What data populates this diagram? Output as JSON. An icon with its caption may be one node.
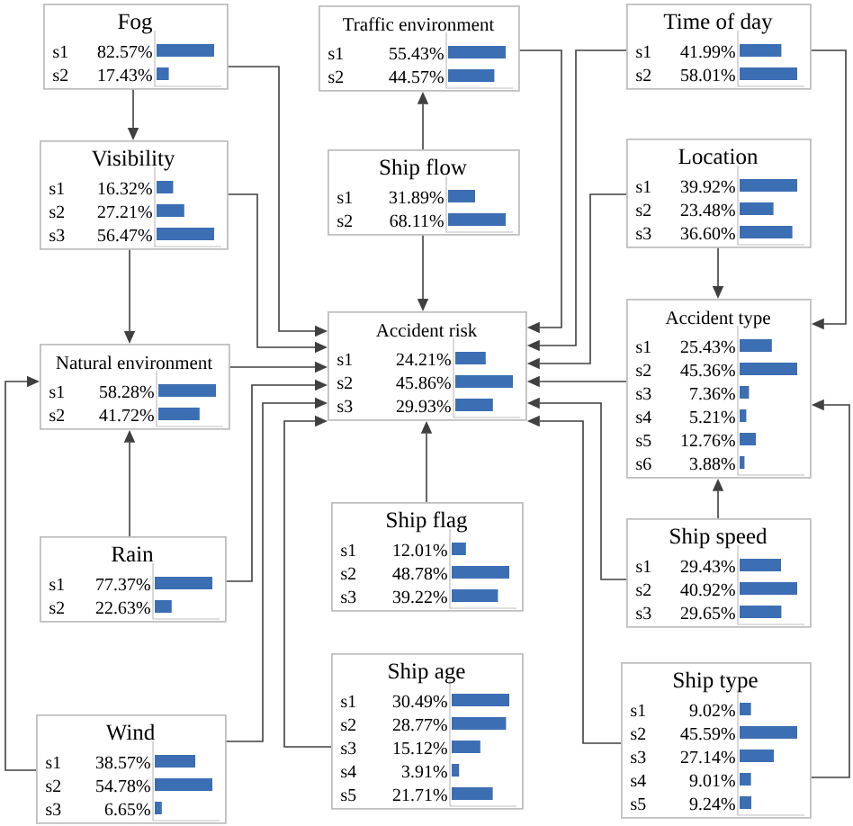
{
  "diagram": {
    "nodes": [
      {
        "text": [
          "Fog",
          "s1",
          "82.57%",
          "s2",
          "17.43%"
        ]
      },
      {
        "text": [
          "Traffic environment",
          "s1",
          "55.43%",
          "s2",
          "44.57%"
        ]
      },
      {
        "text": [
          "Time of day",
          "s1",
          "41.99%",
          "s2",
          "58.01%"
        ]
      },
      {
        "text": [
          "Visibility",
          "s1",
          "16.32%",
          "s2",
          "27.21%",
          "s3",
          "56.47%"
        ]
      },
      {
        "text": [
          "Ship flow",
          "s1",
          "31.89%",
          "s2",
          "68.11%"
        ]
      },
      {
        "text": [
          "Location",
          "s1",
          "39.92%",
          "s2",
          "23.48%",
          "s3",
          "36.60%"
        ]
      },
      {
        "text": [
          "Natural environment",
          "s1",
          "58.28%",
          "s2",
          "41.72%"
        ]
      },
      {
        "text": [
          "Accident risk",
          "s1",
          "24.21%",
          "s2",
          "45.86%",
          "s3",
          "29.93%"
        ]
      },
      {
        "text": [
          "Accident type",
          "s1",
          "25.43%",
          "s2",
          "45.36%",
          "s3",
          "7.36%",
          "s4",
          "5.21%",
          "s5",
          "12.76%",
          "s6",
          "3.88%"
        ]
      },
      {
        "text": [
          "Rain",
          "s1",
          "77.37%",
          "s2",
          "22.63%"
        ]
      },
      {
        "text": [
          "Ship flag",
          "s1",
          "12.01%",
          "s2",
          "48.78%",
          "s3",
          "39.22%"
        ]
      },
      {
        "text": [
          "Ship speed",
          "s1",
          "29.43%",
          "s2",
          "40.92%",
          "s3",
          "29.65%"
        ]
      },
      {
        "text": [
          "Wind",
          "s1",
          "38.57%",
          "s2",
          "54.78%",
          "s3",
          "6.65%"
        ]
      },
      {
        "text": [
          "Ship age",
          "s1",
          "30.49%",
          "s2",
          "28.77%",
          "s3",
          "15.12%",
          "s4",
          "3.91%",
          "s5",
          "21.71%"
        ]
      },
      {
        "text": [
          "Ship type",
          "s1",
          "9.02%",
          "s2",
          "45.59%",
          "s3",
          "27.14%",
          "s4",
          "9.01%",
          "s5",
          "9.24%"
        ]
      }
    ],
    "edges": [
      {
        "from": 0,
        "to": 3,
        "arrow": "to"
      },
      {
        "from": 0,
        "to": 7,
        "arrow": "to"
      },
      {
        "from": 3,
        "to": 6,
        "arrow": "to"
      },
      {
        "from": 3,
        "to": 7,
        "arrow": "to"
      },
      {
        "from": 6,
        "to": 7,
        "arrow": "to"
      },
      {
        "from": 9,
        "to": 6,
        "arrow": "to"
      },
      {
        "from": 9,
        "to": 7,
        "arrow": "to"
      },
      {
        "from": 12,
        "to": 6,
        "arrow": "to"
      },
      {
        "from": 12,
        "to": 7,
        "arrow": "to"
      },
      {
        "from": 13,
        "to": 7,
        "arrow": "to"
      },
      {
        "from": 4,
        "to": 1,
        "arrow": "to"
      },
      {
        "from": 4,
        "to": 7,
        "arrow": "to"
      },
      {
        "from": 1,
        "to": 7,
        "arrow": "to"
      },
      {
        "from": 2,
        "to": 7,
        "arrow": "to"
      },
      {
        "from": 2,
        "to": 8,
        "arrow": "to"
      },
      {
        "from": 5,
        "to": 7,
        "arrow": "to"
      },
      {
        "from": 5,
        "to": 8,
        "arrow": "to"
      },
      {
        "from": 8,
        "to": 7,
        "arrow": "to"
      },
      {
        "from": 11,
        "to": 8,
        "arrow": "to"
      },
      {
        "from": 11,
        "to": 7,
        "arrow": "to"
      },
      {
        "from": 14,
        "to": 7,
        "arrow": "to"
      },
      {
        "from": 14,
        "to": 8,
        "arrow": "to"
      },
      {
        "from": 10,
        "to": 7,
        "arrow": "to"
      }
    ]
  }
}
